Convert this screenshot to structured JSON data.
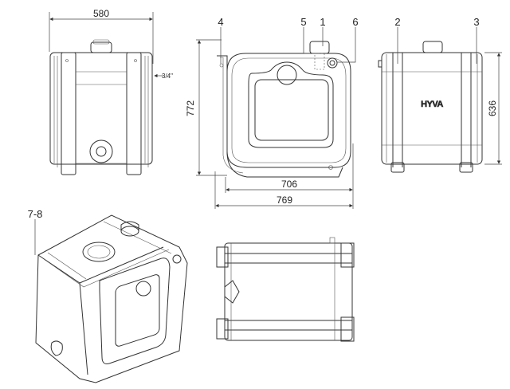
{
  "dimensions": {
    "width": "580",
    "height_front": "772",
    "inner_width": "706",
    "overall_width": "769",
    "height_side": "636",
    "thread": "3/4\""
  },
  "callouts": [
    "1",
    "2",
    "3",
    "4",
    "5",
    "6",
    "7-8"
  ],
  "logo": "HYVA",
  "colors": {
    "line": "#333333",
    "background": "#ffffff"
  }
}
